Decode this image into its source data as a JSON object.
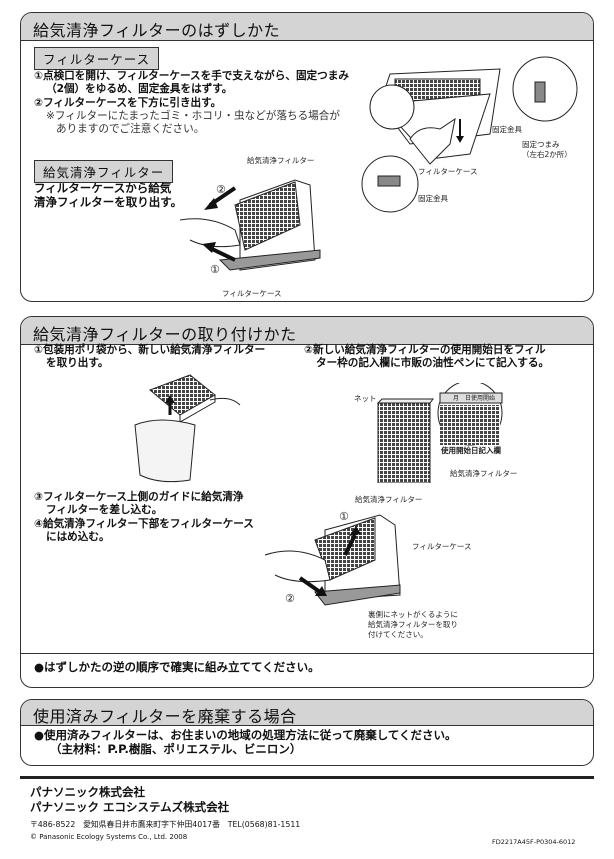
{
  "removal": {
    "title": "給気清浄フィルターのはずしかた",
    "case_tag": "フィルターケース",
    "case_steps": [
      "①点検口を開け、フィルターケースを手で支えながら、固定つまみ",
      "（2個）をゆるめ、固定金具をはずす。",
      "②フィルターケースを下方に引き出す。",
      "※フィルターにたまったゴミ・ホコリ・虫などが落ちる場合が",
      "ありますのでご注意ください。"
    ],
    "filter_tag": "給気清浄フィルター",
    "filter_steps": [
      "フィルターケースから給気",
      "清浄フィルターを取り出す。"
    ],
    "labels": {
      "filter": "給気清浄フィルター",
      "step2": "②",
      "step1": "①",
      "case": "フィルターケース",
      "bracket1": "固定金具",
      "knob": "固定つまみ",
      "knob_count": "（左右2か所）",
      "case2": "フィルターケース",
      "bracket2": "固定金具"
    }
  },
  "install": {
    "title": "給気清浄フィルターの取り付けかた",
    "step1": [
      "①包装用ポリ袋から、新しい給気清浄フィルター",
      "を取り出す。"
    ],
    "step2": [
      "②新しい給気清浄フィルターの使用開始日をフィル",
      "ター枠の記入欄に市販の油性ペンにて記入する。"
    ],
    "step34": [
      "③フィルターケース上側のガイドに給気清浄",
      "フィルターを差し込む。",
      "④給気清浄フィルター下部をフィルターケース",
      "にはめ込む。"
    ],
    "labels": {
      "net": "ネット",
      "date_field": "使用開始日記入欄",
      "filter": "給気清浄フィルター",
      "filter2": "給気清浄フィルター",
      "n1": "①",
      "case": "フィルターケース",
      "n2": "②",
      "note": [
        "裏側にネットがくるように",
        "給気清浄フィルターを取り",
        "付けてください。"
      ],
      "date_marks": "月　日使用開始"
    },
    "footer_note": "●はずしかたの逆の順序で確実に組み立ててください。"
  },
  "disposal": {
    "title": "使用済みフィルターを廃棄する場合",
    "lines": [
      "●使用済みフィルターは、お住まいの地域の処理方法に従って廃棄してください。",
      "（主材料：P.P.樹脂、ポリエステル、ビニロン）"
    ]
  },
  "footer": {
    "company1": "パナソニック株式会社",
    "company2": "パナソニック エコシステムズ株式会社",
    "address": "〒486-8522　愛知県春日井市鷹来町字下仲田4017番　TEL(0568)81-1511",
    "copyright": "Panasonic Ecology Systems Co., Ltd. 2008",
    "code": "FD2217A45F-P0304-6012"
  }
}
